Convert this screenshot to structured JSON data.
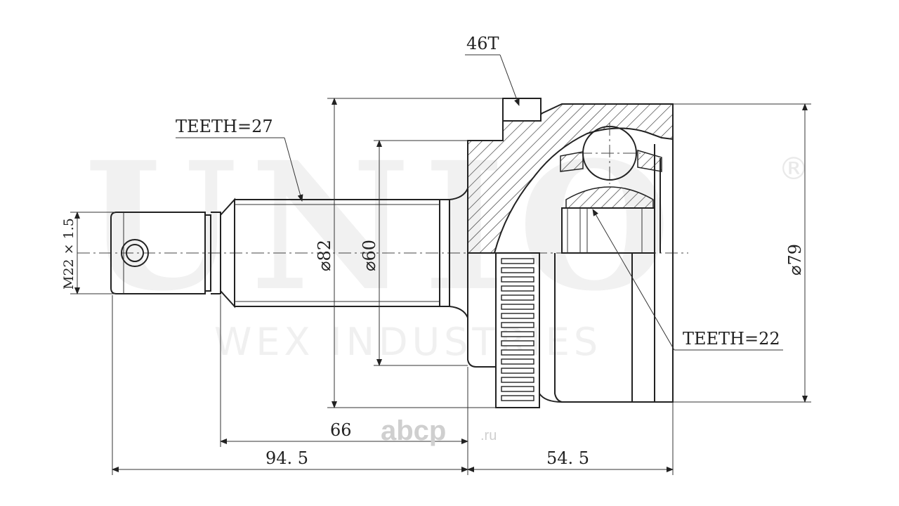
{
  "watermark": {
    "brand": "UNIO",
    "registered": "®",
    "company": "WEX INDUSTRIES"
  },
  "source_mark": {
    "logo": "abcp",
    "domain": ".ru"
  },
  "labels": {
    "outer_teeth": "46T",
    "shaft_teeth": "TEETH=27",
    "inner_teeth": "TEETH=22",
    "thread": "M22 × 1.5",
    "dia_abs": "⌀82",
    "dia_shaft": "⌀60",
    "dia_housing": "⌀79",
    "len_66": "66",
    "len_94_5": "94. 5",
    "len_54_5": "54. 5"
  }
}
